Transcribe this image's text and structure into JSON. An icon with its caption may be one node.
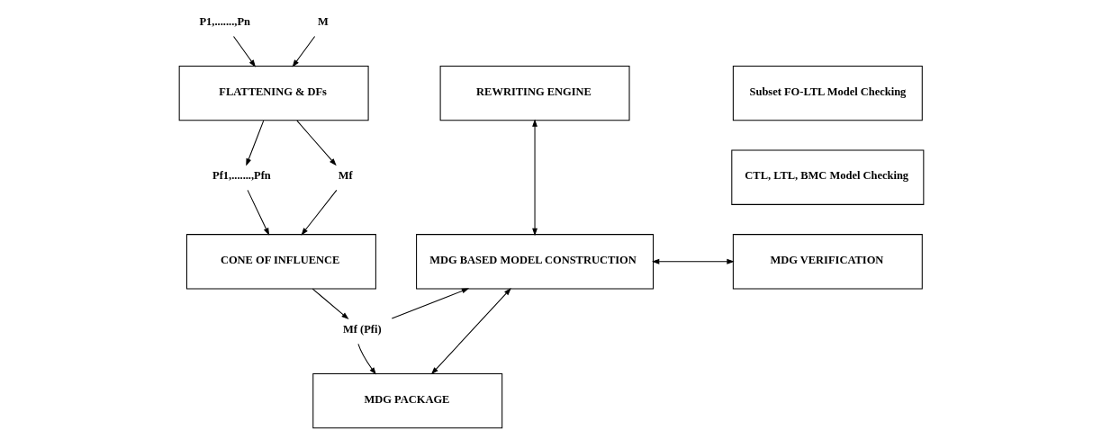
{
  "diagram": {
    "nodes": [
      {
        "text": [
          "P1,.......,Pn"
        ]
      },
      {
        "text": [
          "M"
        ]
      },
      {
        "text": [
          "FLATTENING & DFs"
        ]
      },
      {
        "text": [
          "Pf1,.......,Pfn"
        ]
      },
      {
        "text": [
          "Mf"
        ]
      },
      {
        "text": [
          "CONE OF INFLUENCE"
        ]
      },
      {
        "text": [
          "Mf (Pfi)"
        ]
      },
      {
        "text": [
          "REWRITING ENGINE"
        ]
      },
      {
        "text": [
          "MDG BASED MODEL CONSTRUCTION"
        ]
      },
      {
        "text": [
          "MDG PACKAGE"
        ]
      },
      {
        "text": [
          "Subset FO-LTL Model Checking"
        ]
      },
      {
        "text": [
          "CTL, LTL, BMC Model Checking"
        ]
      },
      {
        "text": [
          "MDG VERIFICATION"
        ]
      }
    ],
    "edges": [
      {
        "from": 0,
        "to": 2,
        "arrow": "to"
      },
      {
        "from": 1,
        "to": 2,
        "arrow": "to"
      },
      {
        "from": 2,
        "to": 3,
        "arrow": "to"
      },
      {
        "from": 2,
        "to": 4,
        "arrow": "to"
      },
      {
        "from": 3,
        "to": 5,
        "arrow": "to"
      },
      {
        "from": 4,
        "to": 5,
        "arrow": "to"
      },
      {
        "from": 5,
        "to": 6,
        "arrow": "to"
      },
      {
        "from": 6,
        "to": 8,
        "arrow": "to"
      },
      {
        "from": 6,
        "to": 9,
        "arrow": "to"
      },
      {
        "from": 7,
        "to": 8,
        "arrow": "both"
      },
      {
        "from": 8,
        "to": 9,
        "arrow": "both"
      },
      {
        "from": 8,
        "to": 12,
        "arrow": "both"
      }
    ]
  }
}
